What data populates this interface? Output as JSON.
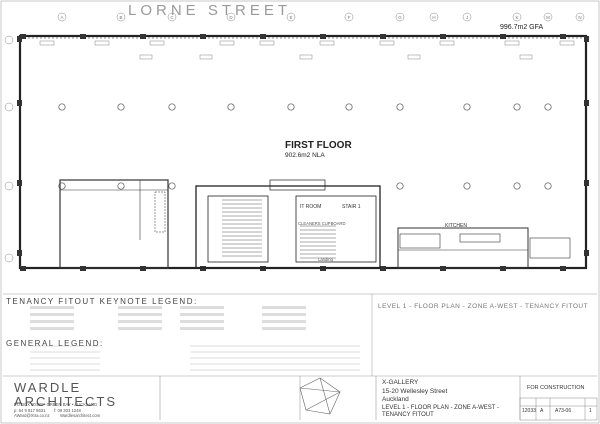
{
  "street_name": "LORNE STREET",
  "gfa": "996.7m2 GFA",
  "floor": {
    "title": "FIRST FLOOR",
    "nla": "902.6m2 NLA"
  },
  "legends": {
    "keynote_title": "TENANCY FITOUT KEYNOTE LEGEND:",
    "general_title": "GENERAL LEGEND:"
  },
  "view_title": "LEVEL 1 - FLOOR PLAN - ZONE A-WEST - TENANCY FITOUT",
  "rooms": {
    "kitchen": "KITCHEN",
    "stair": "STAIR 1",
    "it_room": "IT ROOM",
    "cleaners": "CLEANERS CUPBOARD",
    "landing": "Landing"
  },
  "grid_labels": [
    "A",
    "B",
    "C",
    "D",
    "E",
    "F",
    "G",
    "H",
    "J",
    "K",
    "M",
    "N"
  ],
  "architect": {
    "name_line1": "WARDLE",
    "name_line2": "ARCHITECTS",
    "address": "PO BOX 80188 • GREEN BAY • AUCKLAND",
    "phone": "p: 64 9 817 8631",
    "fax": "f: 09 303 1248",
    "email": "AWard@Xtra.co.nz",
    "web": "Wardlesarchitect.com"
  },
  "project": {
    "name": "X-GALLERY",
    "address": "15-20 Wellesley Street",
    "city": "Auckland",
    "drawing_title_1": "LEVEL 1 - FLOOR PLAN - ZONE A-WEST -",
    "drawing_title_2": "TENANCY FITOUT"
  },
  "title_block": {
    "status": "FOR CONSTRUCTION",
    "job_no": "12033",
    "size": "A",
    "sheet_no": "A73-06",
    "revision": "1"
  }
}
